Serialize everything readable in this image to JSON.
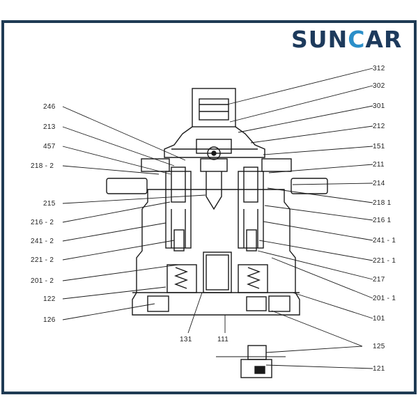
{
  "brand": {
    "part1": "SUN",
    "part2": "C",
    "part3": "AR",
    "color_dark": "#1d3a5c",
    "color_accent": "#2b8fc9"
  },
  "border_color": "#1f3b54",
  "drawing_color": "#1a1a1a",
  "callouts": {
    "c312": "312",
    "c302": "302",
    "c301": "301",
    "c212": "212",
    "c151": "151",
    "c211": "211",
    "c214": "214",
    "c218_1": "218 1",
    "c216_1": "216 1",
    "c241_1": "241 - 1",
    "c221_1": "221 - 1",
    "c217": "217",
    "c201_1": "201 - 1",
    "c101": "101",
    "c125": "125",
    "c121": "121",
    "c246": "246",
    "c213": "213",
    "c457": "457",
    "c218_2": "218 - 2",
    "c215": "215",
    "c216_2": "216 - 2",
    "c241_2": "241 - 2",
    "c221_2": "221 - 2",
    "c201_2": "201 - 2",
    "c122": "122",
    "c126": "126",
    "c131": "131",
    "c111": "111"
  }
}
